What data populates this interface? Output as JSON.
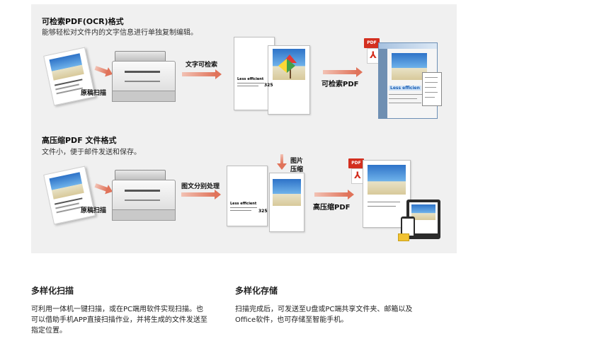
{
  "panel": {
    "ocr": {
      "title": "可检索PDF(OCR)格式",
      "subtitle": "能够轻松对文件内的文字信息进行单独复制编辑。",
      "label_original": "原稿扫描",
      "label_step": "文字可检索",
      "label_result": "可检索PDF",
      "doc_title": "Less efficient",
      "doc_number": "325",
      "pdf_badge": "PDF",
      "screen_text": "Less efficien"
    },
    "compressed": {
      "title": "高压缩PDF 文件格式",
      "subtitle": "文件小，便于邮件发送和保存。",
      "label_original": "原稿扫描",
      "label_step": "图文分别处理",
      "label_compress_1": "图片",
      "label_compress_2": "压缩",
      "label_result": "高压缩PDF",
      "doc_title": "Less efficient",
      "doc_number": "325"
    }
  },
  "features": {
    "left": {
      "heading": "多样化扫描",
      "lines": [
        "可利用一体机一键扫描，或在PC端用软件实现扫描。也",
        "可以借助手机APP直接扫描作业，并将生成的文件发送至",
        "指定位置。"
      ]
    },
    "right": {
      "heading": "多样化存储",
      "lines": [
        "扫描完成后，可发送至U盘或PC端共享文件夹、邮箱以及",
        "Office软件，也可存储至智能手机。"
      ]
    }
  }
}
